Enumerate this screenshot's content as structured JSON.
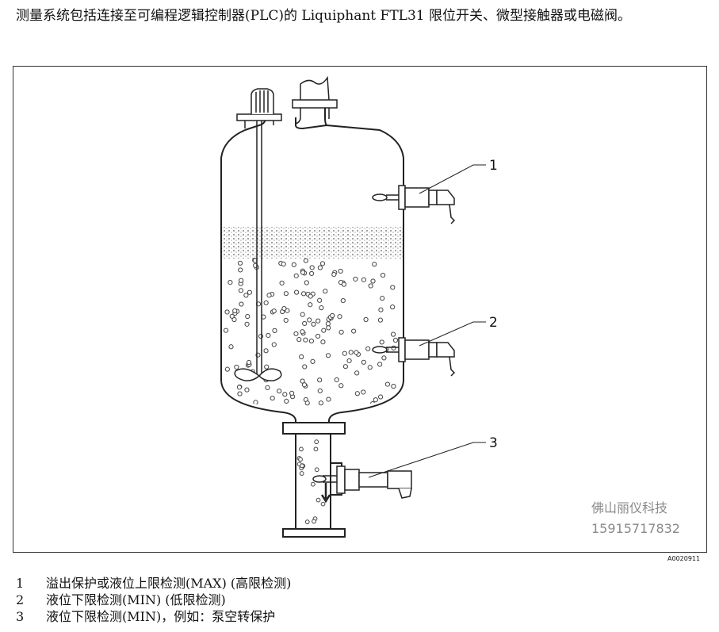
{
  "intro_text": "测量系统包括连接至可编程逻辑控制器(PLC)的 Liquiphant FTL31 限位开关、微型接触器或电磁阀。",
  "figure_id": "A0020911",
  "callouts": [
    "1",
    "2",
    "3"
  ],
  "legend": [
    {
      "num": "1",
      "text": "溢出保护或液位上限检测(MAX) (高限检测)"
    },
    {
      "num": "2",
      "text": "液位下限检测(MIN) (低限检测)"
    },
    {
      "num": "3",
      "text": "液位下限检测(MIN)，例如：泵空转保护"
    }
  ],
  "watermark": {
    "line1": "佛山丽仪科技",
    "line2": "15915717832"
  },
  "colors": {
    "line": "#222222",
    "bubble": "#444444",
    "foam": "#bbbbbb",
    "watermark": "#8a8a8a"
  }
}
